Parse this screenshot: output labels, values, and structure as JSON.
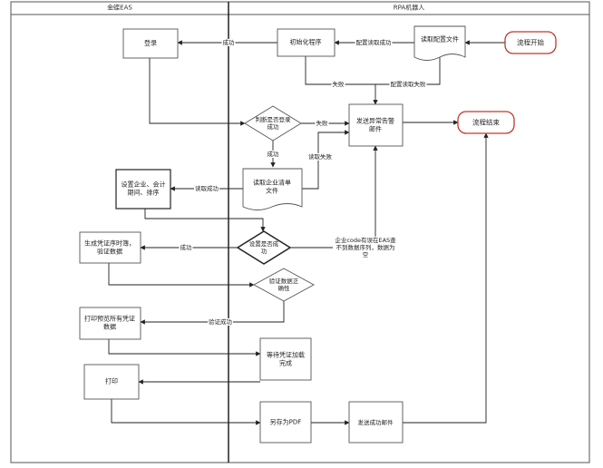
{
  "lanes": {
    "left": "金蝶EAS",
    "right": "RPA机器人"
  },
  "nodes": {
    "start": "流程开始",
    "read_config": "读取配置文件",
    "init_program": "初始化程序",
    "login": "登录",
    "check_login": "判断是否登录成功",
    "send_error_mail": "发送异常告警邮件",
    "end": "流程结束",
    "read_company_list": "读取企业清单文件",
    "set_company": "设置企业、会计期间、排序",
    "check_setting": "设置是否成功",
    "gen_sequence": "生成凭证序时簿，验证数据",
    "verify_data": "验证数据正确性",
    "print_all": "打印预览所有凭证数据",
    "wait_load": "等待凭证加载完成",
    "print": "打印",
    "save_pdf": "另存为PDF",
    "send_success_mail": "发送成功邮件"
  },
  "edges": {
    "init_to_login": "成功",
    "config_read_success": "配置读取成功",
    "fail": "失败",
    "config_read_fail": "配置读取失败",
    "login_fail": "失败",
    "login_success": "成功",
    "read_fail": "读取失败",
    "read_success": "读取成功",
    "setting_success": "成功",
    "setting_error": "企业code有误在EAS查不到数据序列，数据为空",
    "verify_success": "验证成功"
  },
  "colors": {
    "line": "#222222",
    "terminal_border": "#c0392b",
    "node_border": "#555555",
    "node_fill": "#ffffff"
  }
}
